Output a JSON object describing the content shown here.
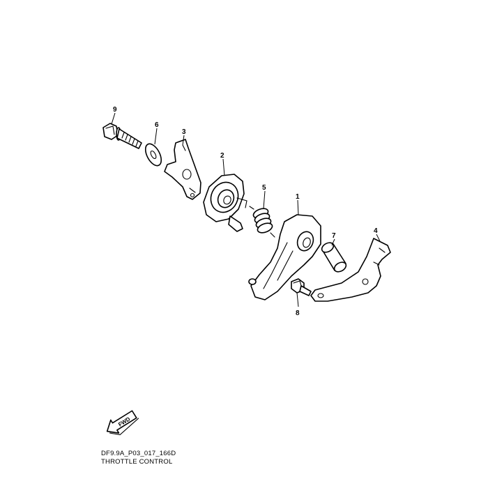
{
  "callouts": [
    {
      "id": "9",
      "label": "9"
    },
    {
      "id": "6",
      "label": "6"
    },
    {
      "id": "3",
      "label": "3"
    },
    {
      "id": "2",
      "label": "2"
    },
    {
      "id": "5",
      "label": "5"
    },
    {
      "id": "1",
      "label": "1"
    },
    {
      "id": "7",
      "label": "7"
    },
    {
      "id": "4",
      "label": "4"
    },
    {
      "id": "8",
      "label": "8"
    }
  ],
  "direction_label": "FWD",
  "diagram_code": "DF9.9A_P03_017_166D",
  "diagram_title": "THROTTLE CONTROL"
}
